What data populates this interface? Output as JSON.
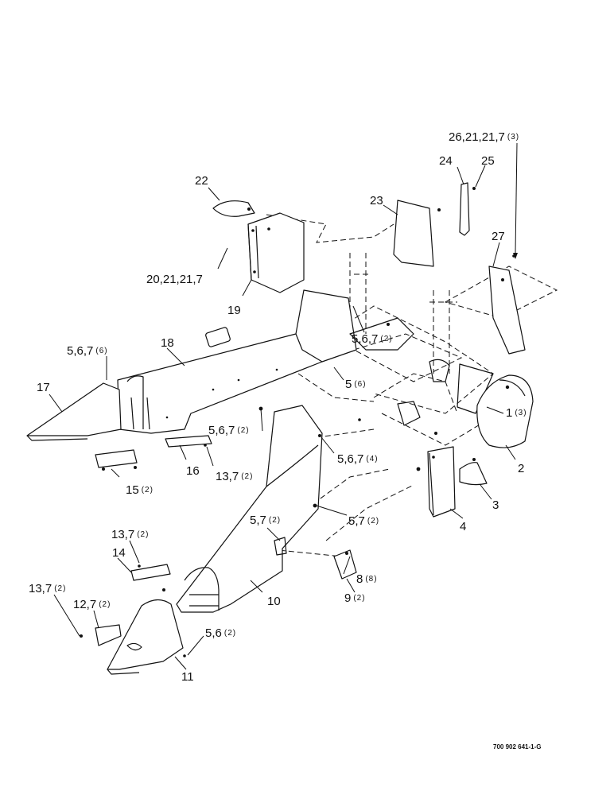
{
  "drawing_number": "700 902 641-1-G",
  "callouts": [
    {
      "id": "c26",
      "text": "26,21,21,7",
      "qty": "(3)"
    },
    {
      "id": "c24",
      "text": "24",
      "qty": ""
    },
    {
      "id": "c25",
      "text": "25",
      "qty": ""
    },
    {
      "id": "c22",
      "text": "22",
      "qty": ""
    },
    {
      "id": "c23",
      "text": "23",
      "qty": ""
    },
    {
      "id": "c27",
      "text": "27",
      "qty": ""
    },
    {
      "id": "c20",
      "text": "20,21,21,7",
      "qty": ""
    },
    {
      "id": "c19",
      "text": "19",
      "qty": ""
    },
    {
      "id": "c567a",
      "text": "5,6,7",
      "qty": "(2)"
    },
    {
      "id": "c18",
      "text": "18",
      "qty": ""
    },
    {
      "id": "c567b",
      "text": "5,6,7",
      "qty": "(6)"
    },
    {
      "id": "c5",
      "text": "5",
      "qty": "(6)"
    },
    {
      "id": "c17",
      "text": "17",
      "qty": ""
    },
    {
      "id": "c1",
      "text": "1",
      "qty": "(3)"
    },
    {
      "id": "c567c",
      "text": "5,6,7",
      "qty": "(2)"
    },
    {
      "id": "c2",
      "text": "2",
      "qty": ""
    },
    {
      "id": "c567d",
      "text": "5,6,7",
      "qty": "(4)"
    },
    {
      "id": "c16",
      "text": "16",
      "qty": ""
    },
    {
      "id": "c137a",
      "text": "13,7",
      "qty": "(2)"
    },
    {
      "id": "c15",
      "text": "15",
      "qty": "(2)"
    },
    {
      "id": "c3",
      "text": "3",
      "qty": ""
    },
    {
      "id": "c57a",
      "text": "5,7",
      "qty": "(2)"
    },
    {
      "id": "c57b",
      "text": "5,7",
      "qty": "(2)"
    },
    {
      "id": "c4",
      "text": "4",
      "qty": ""
    },
    {
      "id": "c137b",
      "text": "13,7",
      "qty": "(2)"
    },
    {
      "id": "c14",
      "text": "14",
      "qty": ""
    },
    {
      "id": "c8",
      "text": "8",
      "qty": "(8)"
    },
    {
      "id": "c10",
      "text": "10",
      "qty": ""
    },
    {
      "id": "c9",
      "text": "9",
      "qty": "(2)"
    },
    {
      "id": "c137c",
      "text": "13,7",
      "qty": "(2)"
    },
    {
      "id": "c127",
      "text": "12,7",
      "qty": "(2)"
    },
    {
      "id": "c56",
      "text": "5,6",
      "qty": "(2)"
    },
    {
      "id": "c11",
      "text": "11",
      "qty": ""
    }
  ]
}
